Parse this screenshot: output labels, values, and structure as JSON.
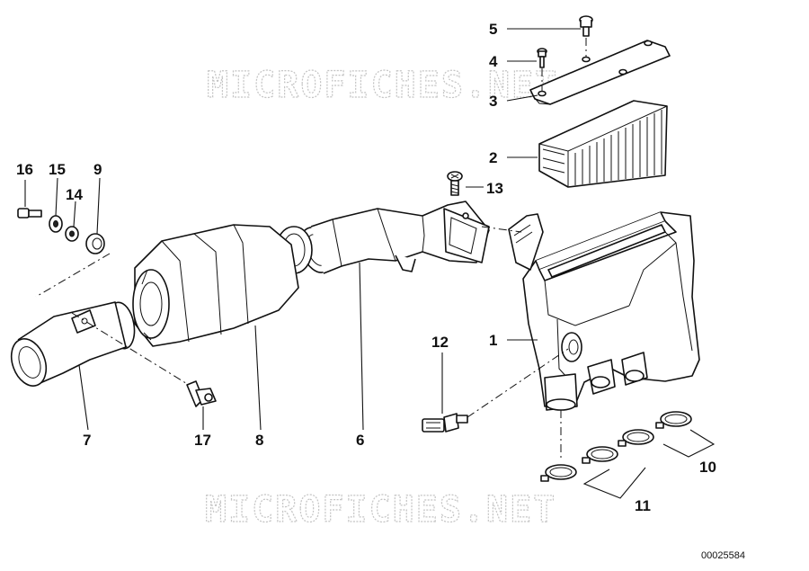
{
  "watermarks": [
    "MICROFICHES.NET",
    "MICROFICHES.NET"
  ],
  "callouts": [
    "1",
    "2",
    "3",
    "4",
    "5",
    "6",
    "7",
    "8",
    "9",
    "10",
    "11",
    "12",
    "13",
    "14",
    "15",
    "16",
    "17"
  ],
  "reference": "00025584"
}
